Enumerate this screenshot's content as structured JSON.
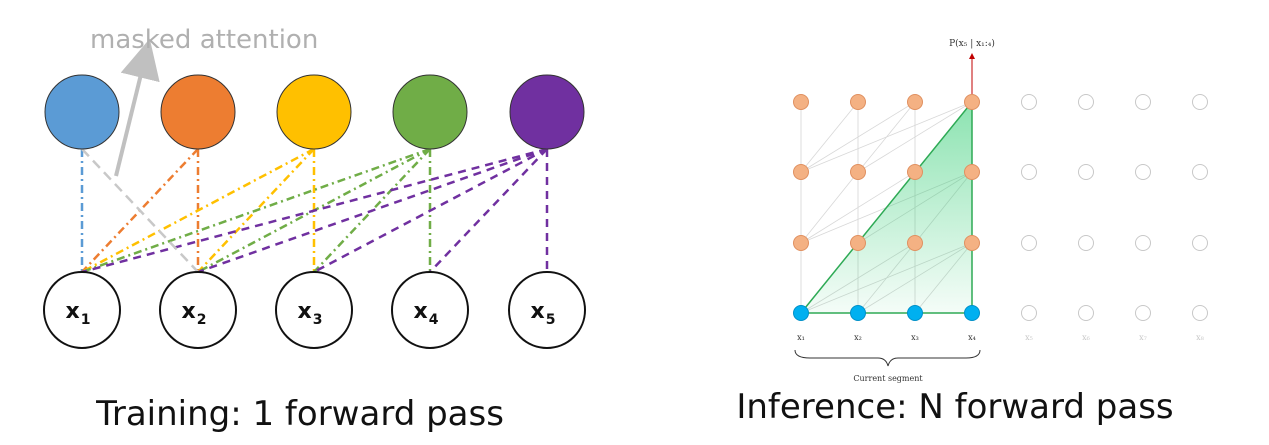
{
  "training": {
    "annotation": "masked attention",
    "caption": "Training: 1 forward pass",
    "outputs": [
      {
        "color": "#5b9bd5"
      },
      {
        "color": "#ed7d31"
      },
      {
        "color": "#ffc000"
      },
      {
        "color": "#70ad47"
      },
      {
        "color": "#7030a0"
      }
    ],
    "inputs": [
      {
        "base": "x",
        "sub": "1"
      },
      {
        "base": "x",
        "sub": "2"
      },
      {
        "base": "x",
        "sub": "3"
      },
      {
        "base": "x",
        "sub": "4"
      },
      {
        "base": "x",
        "sub": "5"
      }
    ]
  },
  "inference": {
    "output_label": "P(x₅ | x₁:₄)",
    "caption": "Inference: N forward pass",
    "segment_label": "Current segment",
    "tokens": [
      "x₁",
      "x₂",
      "x₃",
      "x₄",
      "x₅",
      "x₆",
      "x₇",
      "x₈"
    ],
    "active_count": 4,
    "colors": {
      "hidden": "#f4b183",
      "input": "#00b0f0",
      "triangle": "#2ecc71",
      "arrow": "#c00000"
    }
  }
}
